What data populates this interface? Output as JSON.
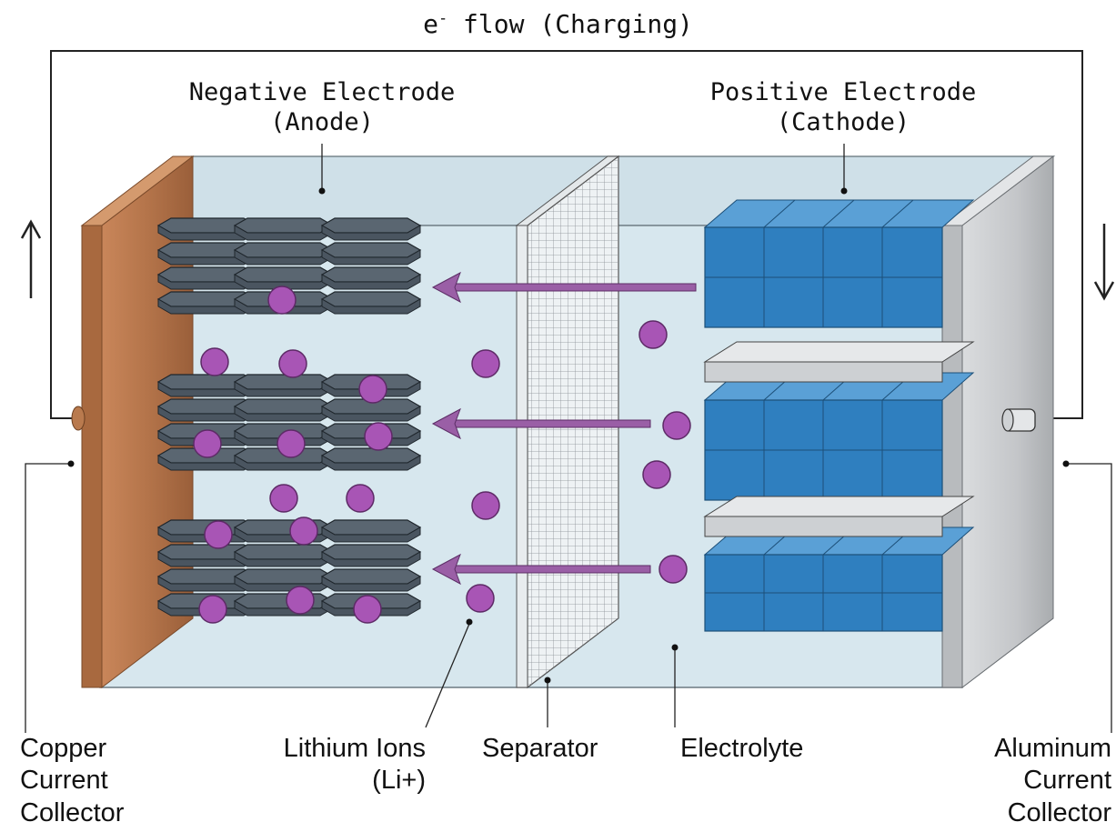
{
  "title": {
    "prefix": "e",
    "superscript": "-",
    "text": " flow (Charging)"
  },
  "labels": {
    "anode": [
      "Negative Electrode",
      "(Anode)"
    ],
    "cathode": [
      "Positive Electrode",
      "(Cathode)"
    ],
    "copper_collector": [
      "Copper",
      "Current",
      "Collector"
    ],
    "lithium_ions": [
      "Lithium Ions",
      "(Li+)"
    ],
    "separator": "Separator",
    "electrolyte": "Electrolyte",
    "aluminum_collector": [
      "Aluminum",
      "Current",
      "Collector"
    ]
  },
  "colors": {
    "electrolyte": "#d7e7ee",
    "copper": "#b97a4e",
    "aluminum": "#c9cbcd",
    "graphite": "#4a5560",
    "cathode": "#2f7fbf",
    "lithium_ion": "#a855b5",
    "arrow": "#9a5fa6",
    "wire": "#222222"
  },
  "icons": {
    "left_current_arrow": "arrow-up-icon",
    "right_current_arrow": "arrow-down-icon",
    "ion_flow_arrows": "arrow-left-icon"
  }
}
